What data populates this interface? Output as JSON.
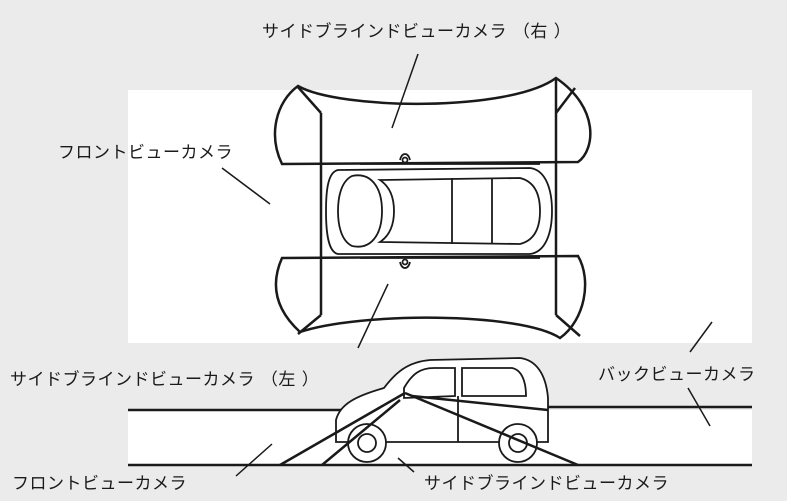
{
  "labels": {
    "side_right": "サイドブラインドビューカメラ （右 ）",
    "front_top": "フロントビューカメラ",
    "side_left": "サイドブラインドビューカメラ （左 ）",
    "back": "バックビューカメラ",
    "front_bottom": "フロントビューカメラ",
    "side_bottom": "サイドブラインドビューカメラ"
  },
  "colors": {
    "background": "#ebebeb",
    "panel": "#ffffff",
    "line": "#1a1a1a"
  }
}
